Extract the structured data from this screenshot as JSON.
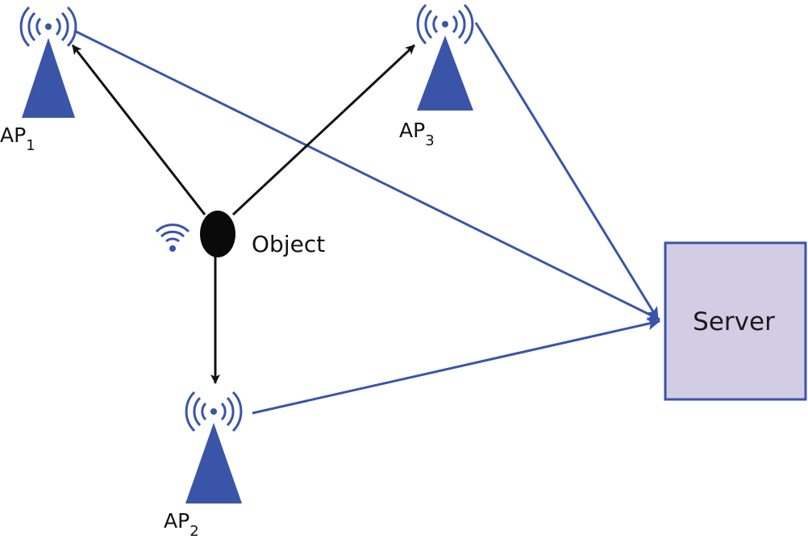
{
  "colors": {
    "blue": "#3a55a8",
    "black": "#111111",
    "server_fill": "#d2cce4",
    "server_stroke": "#3a55a8"
  },
  "nodes": {
    "ap1": {
      "label": "AP",
      "sub": "1",
      "icon": "antenna-tower-icon"
    },
    "ap2": {
      "label": "AP",
      "sub": "2",
      "icon": "antenna-tower-icon"
    },
    "ap3": {
      "label": "AP",
      "sub": "3",
      "icon": "antenna-tower-icon"
    },
    "object": {
      "label": "Object",
      "icon": "wifi-signal-icon"
    },
    "server": {
      "label": "Server"
    }
  },
  "edges": [
    {
      "from": "object",
      "to": "ap1",
      "color": "black"
    },
    {
      "from": "object",
      "to": "ap2",
      "color": "black"
    },
    {
      "from": "object",
      "to": "ap3",
      "color": "black"
    },
    {
      "from": "ap1",
      "to": "server",
      "color": "blue"
    },
    {
      "from": "ap2",
      "to": "server",
      "color": "blue"
    },
    {
      "from": "ap3",
      "to": "server",
      "color": "blue"
    }
  ]
}
